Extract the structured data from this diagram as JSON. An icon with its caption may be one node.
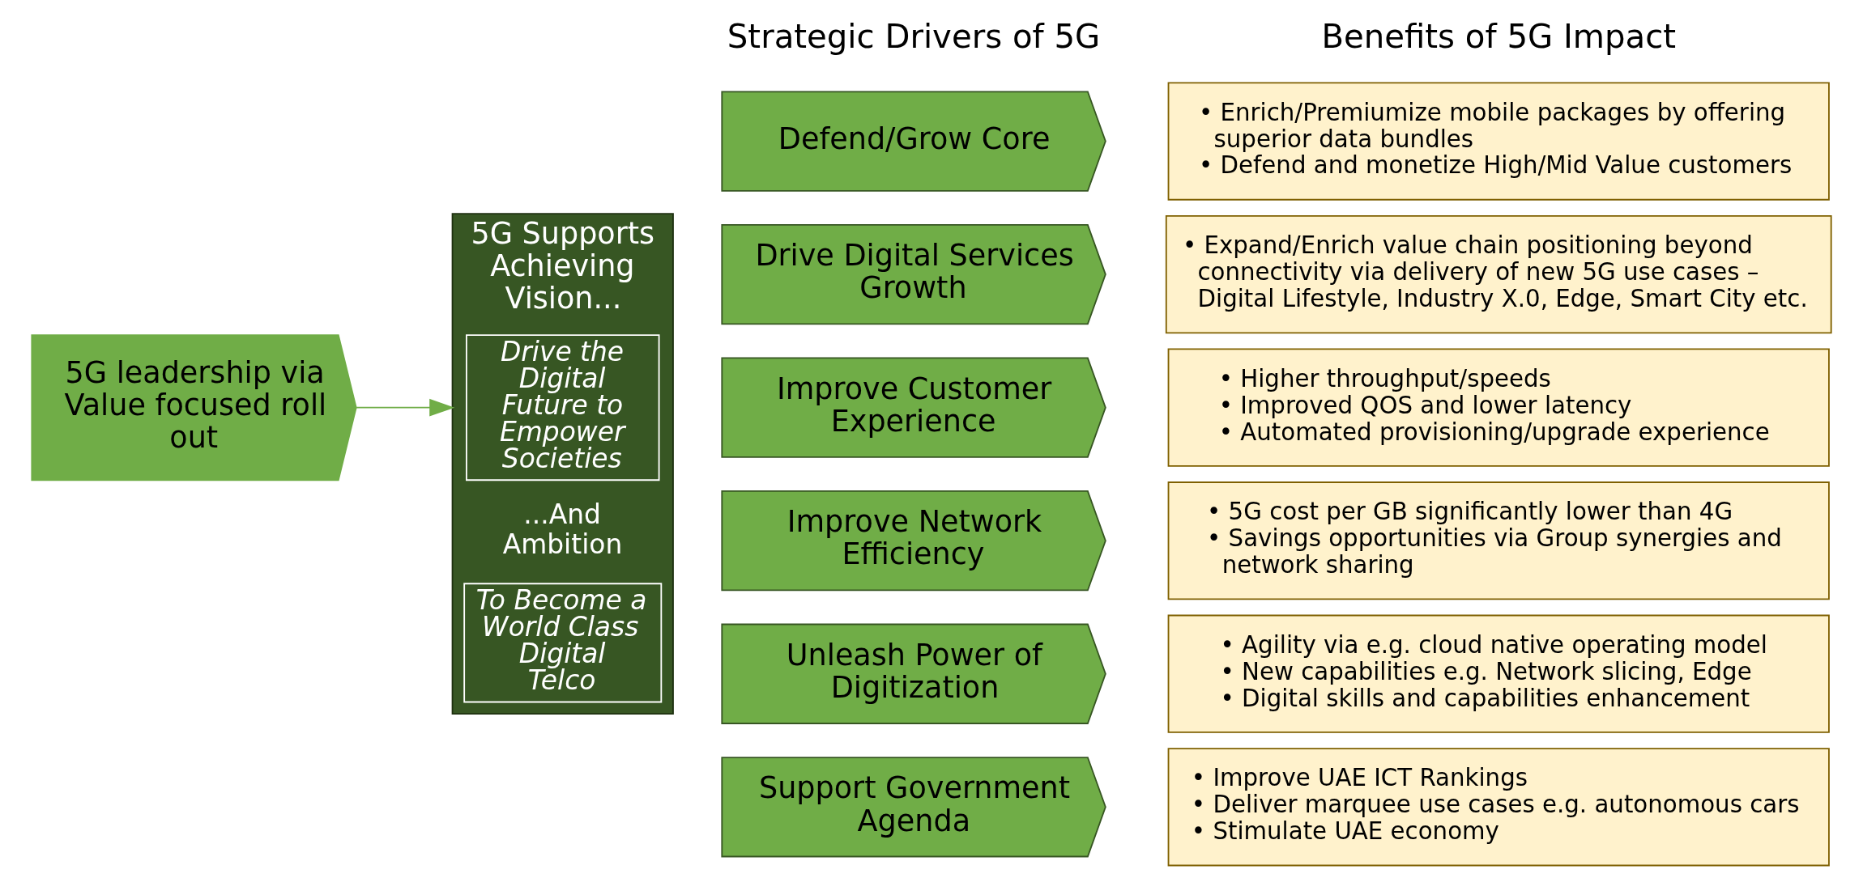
{
  "diagram": {
    "nodes": [
      {
        "text": [
          "5G leadership via Value focused roll out"
        ]
      },
      {
        "text": [
          "5G Supports Achieving Vision...",
          "...And Ambition"
        ]
      },
      {
        "text": [
          "Drive the Digital Future to Empower Societies"
        ],
        "in": 1
      },
      {
        "text": [
          "To Become a World Class Digital Telco"
        ],
        "in": 1
      },
      {
        "text": [
          "Defend/Grow Core"
        ]
      },
      {
        "text": [
          "Drive Digital Services Growth"
        ]
      },
      {
        "text": [
          "Improve Customer Experience"
        ]
      },
      {
        "text": [
          "Improve Network Efficiency"
        ]
      },
      {
        "text": [
          "Unleash Power of Digitization"
        ]
      },
      {
        "text": [
          "Support Government Agenda"
        ]
      },
      {
        "text": [
          "• Enrich/Premiumize mobile packages by offering superior data bundles",
          "• Defend and monetize High/Mid Value customers"
        ]
      },
      {
        "text": [
          "• Expand/Enrich value chain positioning beyond connectivity via delivery of new 5G use cases – Digital Lifestyle, Industry X.0, Edge, Smart City etc."
        ]
      },
      {
        "text": [
          "• Higher throughput/speeds",
          "• Improved QOS and lower latency",
          "• Automated provisioning/upgrade experience"
        ]
      },
      {
        "text": [
          "• 5G cost per GB significantly lower than 4G",
          "• Savings opportunities via Group synergies and network sharing"
        ]
      },
      {
        "text": [
          "• Agility via e.g. cloud native operating model",
          "• New capabilities e.g. Network slicing, Edge",
          "• Digital skills and capabilities enhancement"
        ]
      },
      {
        "text": [
          "• Improve UAE ICT Rankings",
          "• Deliver marquee use cases e.g. autonomous cars",
          "• Stimulate UAE economy"
        ]
      }
    ],
    "edges": [
      {
        "from": 0,
        "to": 1,
        "arrow": "to"
      }
    ],
    "labels": [
      "Strategic Drivers of 5G",
      "Benefits of 5G Impact"
    ]
  }
}
